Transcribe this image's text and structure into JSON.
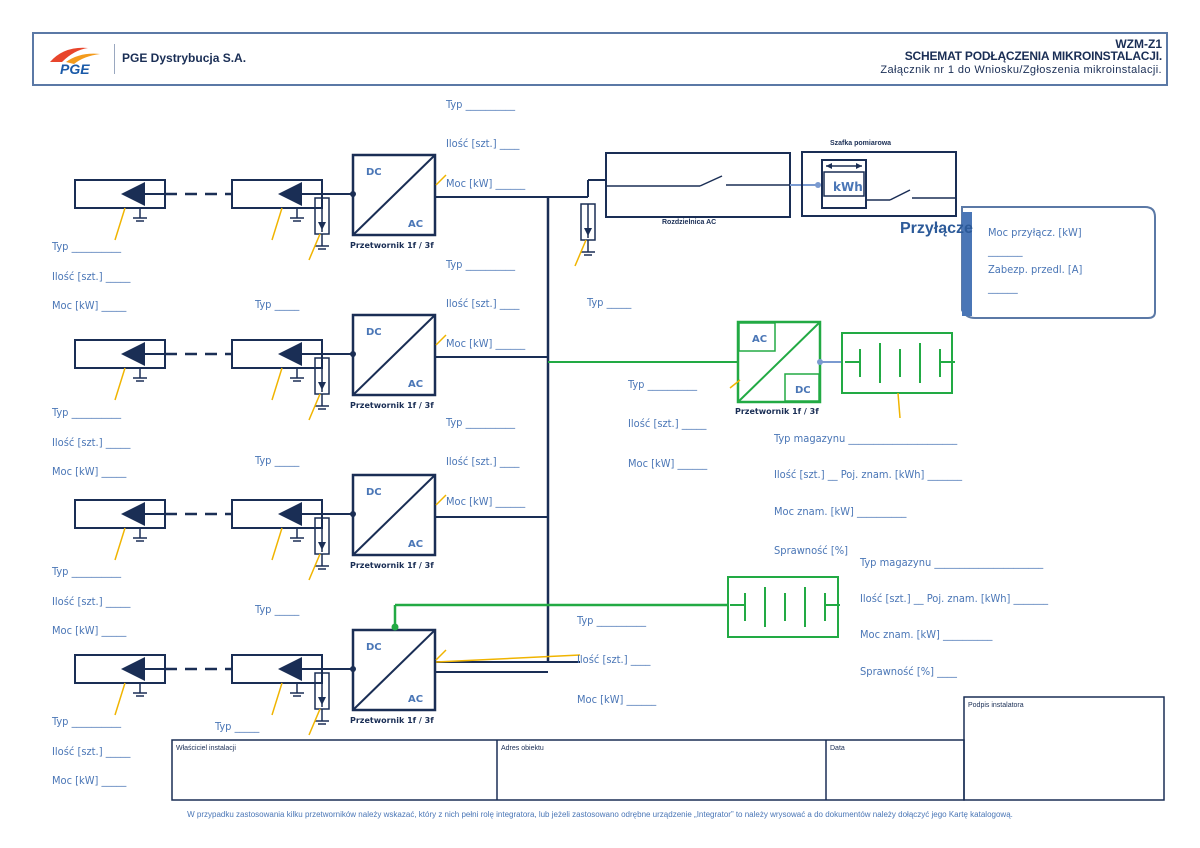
{
  "header": {
    "logo_text": "PGE",
    "company": "PGE Dystrybucja S.A.",
    "doc_code": "WZM-Z1",
    "doc_title": "SCHEMAT PODŁĄCZENIA MIKROINSTALACJI.",
    "doc_subtitle": "Załącznik nr 1 do Wniosku/Zgłoszenia mikroinstalacji."
  },
  "labels": {
    "typ": "Typ",
    "ilosc": "Ilość [szt.]",
    "moc": "Moc [kW]",
    "dc": "DC",
    "ac": "AC",
    "inverter": "Przetwornik 1f / 3f",
    "switchboard": "Rozdzielnica AC",
    "meter_cabinet": "Szafka pomiarowa",
    "kwh": "kWh",
    "connection": "Przyłącze",
    "conn_power": "Moc przyłącz. [kW]",
    "conn_fuse": "Zabezp. przedl. [A]",
    "storage_type": "Typ magazynu",
    "storage_qty": "Ilość [szt.] __  Poj. znam. [kWh]",
    "storage_power": "Moc znam. [kW]",
    "storage_eff": "Sprawność [%]",
    "owner": "Właściciel instalacji",
    "address": "Adres obiektu",
    "date": "Data",
    "signature": "Podpis instalatora"
  },
  "footer": "W przypadku zastosowania kilku przetworników należy wskazać, który z nich pełni rolę integratora, lub jeżeli zastosowano odrębne urządzenie „Integrator” to należy wrysować a do dokumentów należy dołączyć jego Kartę katalogową.",
  "colors": {
    "navy": "#1a2e55",
    "label_blue": "#4a76b6",
    "green": "#22aa44",
    "orange": "#f0b400"
  }
}
